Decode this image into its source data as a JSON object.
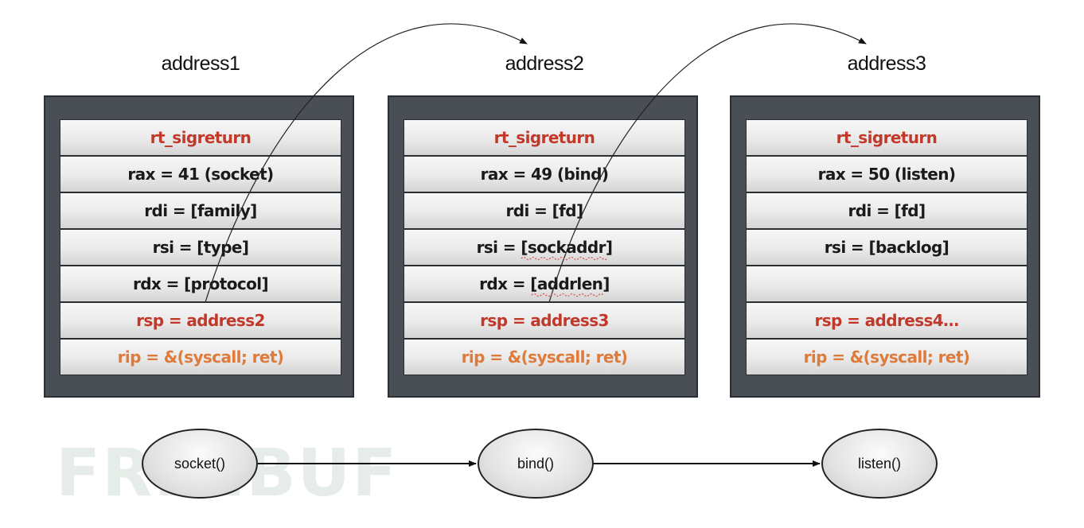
{
  "addresses": [
    {
      "title": "address1",
      "cells": [
        {
          "text": "rt_sigreturn",
          "style": "red"
        },
        {
          "text": "rax = 41 (socket)",
          "style": "normal"
        },
        {
          "text": "rdi = [family]",
          "style": "normal"
        },
        {
          "text": "rsi = [type]",
          "style": "normal"
        },
        {
          "text": "rdx = [protocol]",
          "style": "normal"
        },
        {
          "text": "rsp = address2",
          "style": "red"
        },
        {
          "text": "rip = &(syscall; ret)",
          "style": "orange"
        }
      ]
    },
    {
      "title": "address2",
      "cells": [
        {
          "text": "rt_sigreturn",
          "style": "red"
        },
        {
          "text": "rax = 49 (bind)",
          "style": "normal"
        },
        {
          "text": "rdi = [fd]",
          "style": "normal"
        },
        {
          "text": "rsi = [sockaddr]",
          "style": "normal"
        },
        {
          "text": "rdx = [addrlen]",
          "style": "normal"
        },
        {
          "text": "rsp = address3",
          "style": "red"
        },
        {
          "text": "rip = &(syscall; ret)",
          "style": "orange"
        }
      ]
    },
    {
      "title": "address3",
      "cells": [
        {
          "text": "rt_sigreturn",
          "style": "red"
        },
        {
          "text": "rax = 50 (listen)",
          "style": "normal"
        },
        {
          "text": "rdi = [fd]",
          "style": "normal"
        },
        {
          "text": "rsi = [backlog]",
          "style": "normal"
        },
        {
          "text": "",
          "style": "normal"
        },
        {
          "text": "rsp = address4…",
          "style": "red"
        },
        {
          "text": "rip = &(syscall; ret)",
          "style": "orange"
        }
      ]
    }
  ],
  "nodes": [
    {
      "label": "socket()"
    },
    {
      "label": "bind()"
    },
    {
      "label": "listen()"
    }
  ],
  "watermark": "FREEBUF",
  "colors": {
    "frame": "#4a4f56",
    "red_text": "#c0392b",
    "orange_text": "#de7a3a"
  }
}
